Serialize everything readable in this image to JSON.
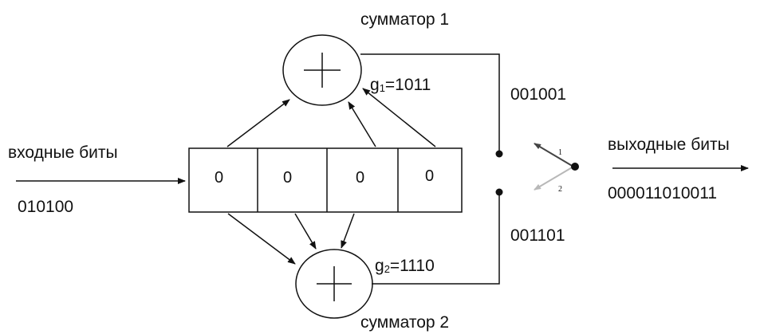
{
  "adder1": {
    "label": "сумматор 1",
    "g_name": "g",
    "g_index": "1",
    "g_value": "=1011"
  },
  "adder2": {
    "label": "сумматор 2",
    "g_name": "g",
    "g_index": "2",
    "g_value": "=1110"
  },
  "input": {
    "label": "входные биты",
    "bits": "010100"
  },
  "register": {
    "cells": [
      "0",
      "0",
      "0",
      "0"
    ]
  },
  "streams": {
    "upper": "001001",
    "lower": "001101"
  },
  "output": {
    "label": "выходные биты",
    "bits": "000011010011"
  },
  "switch": {
    "pos1": "1",
    "pos2": "2"
  },
  "colors": {
    "line": "#111111",
    "switch_arm_1": "#444444",
    "switch_arm_2": "#b8b8b8"
  }
}
